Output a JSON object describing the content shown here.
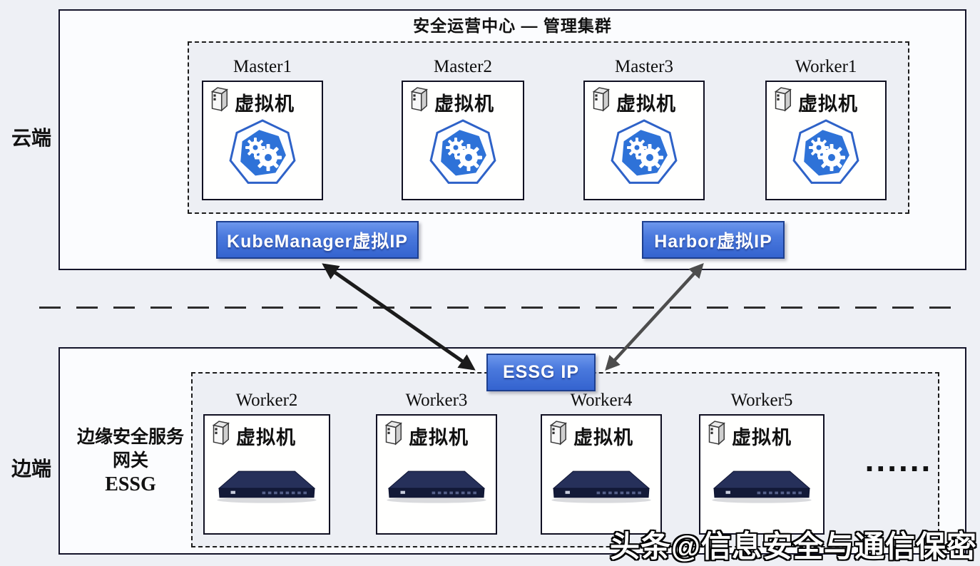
{
  "diagram": {
    "cloud": {
      "side_label": "云端",
      "title": "安全运营中心 — 管理集群",
      "nodes": [
        {
          "label": "Master1",
          "vm_label": "虚拟机"
        },
        {
          "label": "Master2",
          "vm_label": "虚拟机"
        },
        {
          "label": "Master3",
          "vm_label": "虚拟机"
        },
        {
          "label": "Worker1",
          "vm_label": "虚拟机"
        }
      ],
      "kube_vip_label": "KubeManager虚拟IP",
      "harbor_vip_label": "Harbor虚拟IP"
    },
    "edge": {
      "side_label": "边端",
      "gateway_line1": "边缘安全服务",
      "gateway_line2": "网关",
      "gateway_line3": "ESSG",
      "essg_ip_label": "ESSG IP",
      "nodes": [
        {
          "label": "Worker2",
          "vm_label": "虚拟机"
        },
        {
          "label": "Worker3",
          "vm_label": "虚拟机"
        },
        {
          "label": "Worker4",
          "vm_label": "虚拟机"
        },
        {
          "label": "Worker5",
          "vm_label": "虚拟机"
        }
      ],
      "ellipsis": "......"
    },
    "watermark": "头条@信息安全与通信保密",
    "colors": {
      "vip_button_blue": "#4a79dd",
      "vip_button_border": "#1d3f8f",
      "k8s_blue": "#2e72d8",
      "appliance_navy": "#1c2544",
      "panel_gray": "#edeff4"
    }
  }
}
